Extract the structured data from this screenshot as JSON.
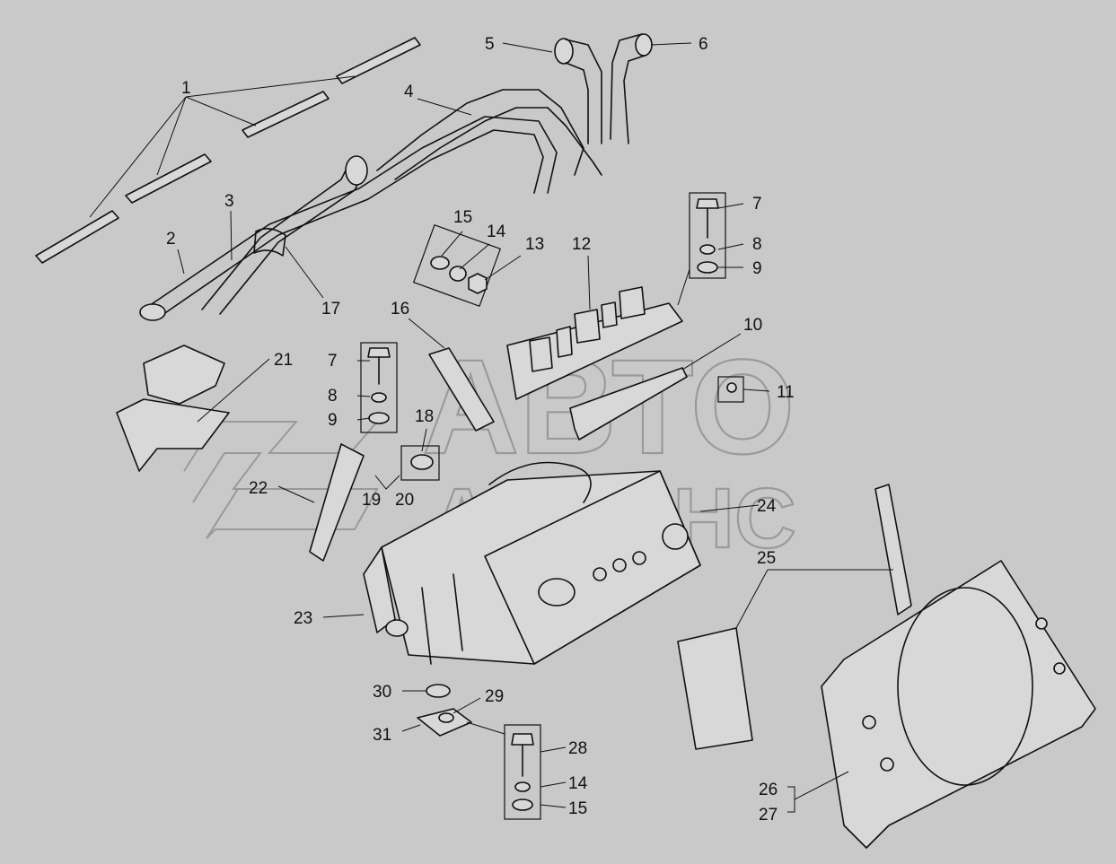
{
  "diagram": {
    "watermark": {
      "line1": "АВТО",
      "line2": "АЛЬЯНС"
    },
    "callouts": [
      {
        "id": "c1",
        "label": "1"
      },
      {
        "id": "c2",
        "label": "2"
      },
      {
        "id": "c3",
        "label": "3"
      },
      {
        "id": "c4",
        "label": "4"
      },
      {
        "id": "c5",
        "label": "5"
      },
      {
        "id": "c6",
        "label": "6"
      },
      {
        "id": "c7a",
        "label": "7"
      },
      {
        "id": "c8a",
        "label": "8"
      },
      {
        "id": "c9a",
        "label": "9"
      },
      {
        "id": "c7b",
        "label": "7"
      },
      {
        "id": "c8b",
        "label": "8"
      },
      {
        "id": "c9b",
        "label": "9"
      },
      {
        "id": "c10",
        "label": "10"
      },
      {
        "id": "c11",
        "label": "11"
      },
      {
        "id": "c12",
        "label": "12"
      },
      {
        "id": "c13",
        "label": "13"
      },
      {
        "id": "c14a",
        "label": "14"
      },
      {
        "id": "c15a",
        "label": "15"
      },
      {
        "id": "c16",
        "label": "16"
      },
      {
        "id": "c17",
        "label": "17"
      },
      {
        "id": "c18",
        "label": "18"
      },
      {
        "id": "c19",
        "label": "19"
      },
      {
        "id": "c20",
        "label": "20"
      },
      {
        "id": "c21",
        "label": "21"
      },
      {
        "id": "c22",
        "label": "22"
      },
      {
        "id": "c23",
        "label": "23"
      },
      {
        "id": "c24",
        "label": "24"
      },
      {
        "id": "c25",
        "label": "25"
      },
      {
        "id": "c26",
        "label": "26"
      },
      {
        "id": "c27",
        "label": "27"
      },
      {
        "id": "c28",
        "label": "28"
      },
      {
        "id": "c29",
        "label": "29"
      },
      {
        "id": "c30",
        "label": "30"
      },
      {
        "id": "c31",
        "label": "31"
      },
      {
        "id": "c14b",
        "label": "14"
      },
      {
        "id": "c15b",
        "label": "15"
      }
    ]
  }
}
